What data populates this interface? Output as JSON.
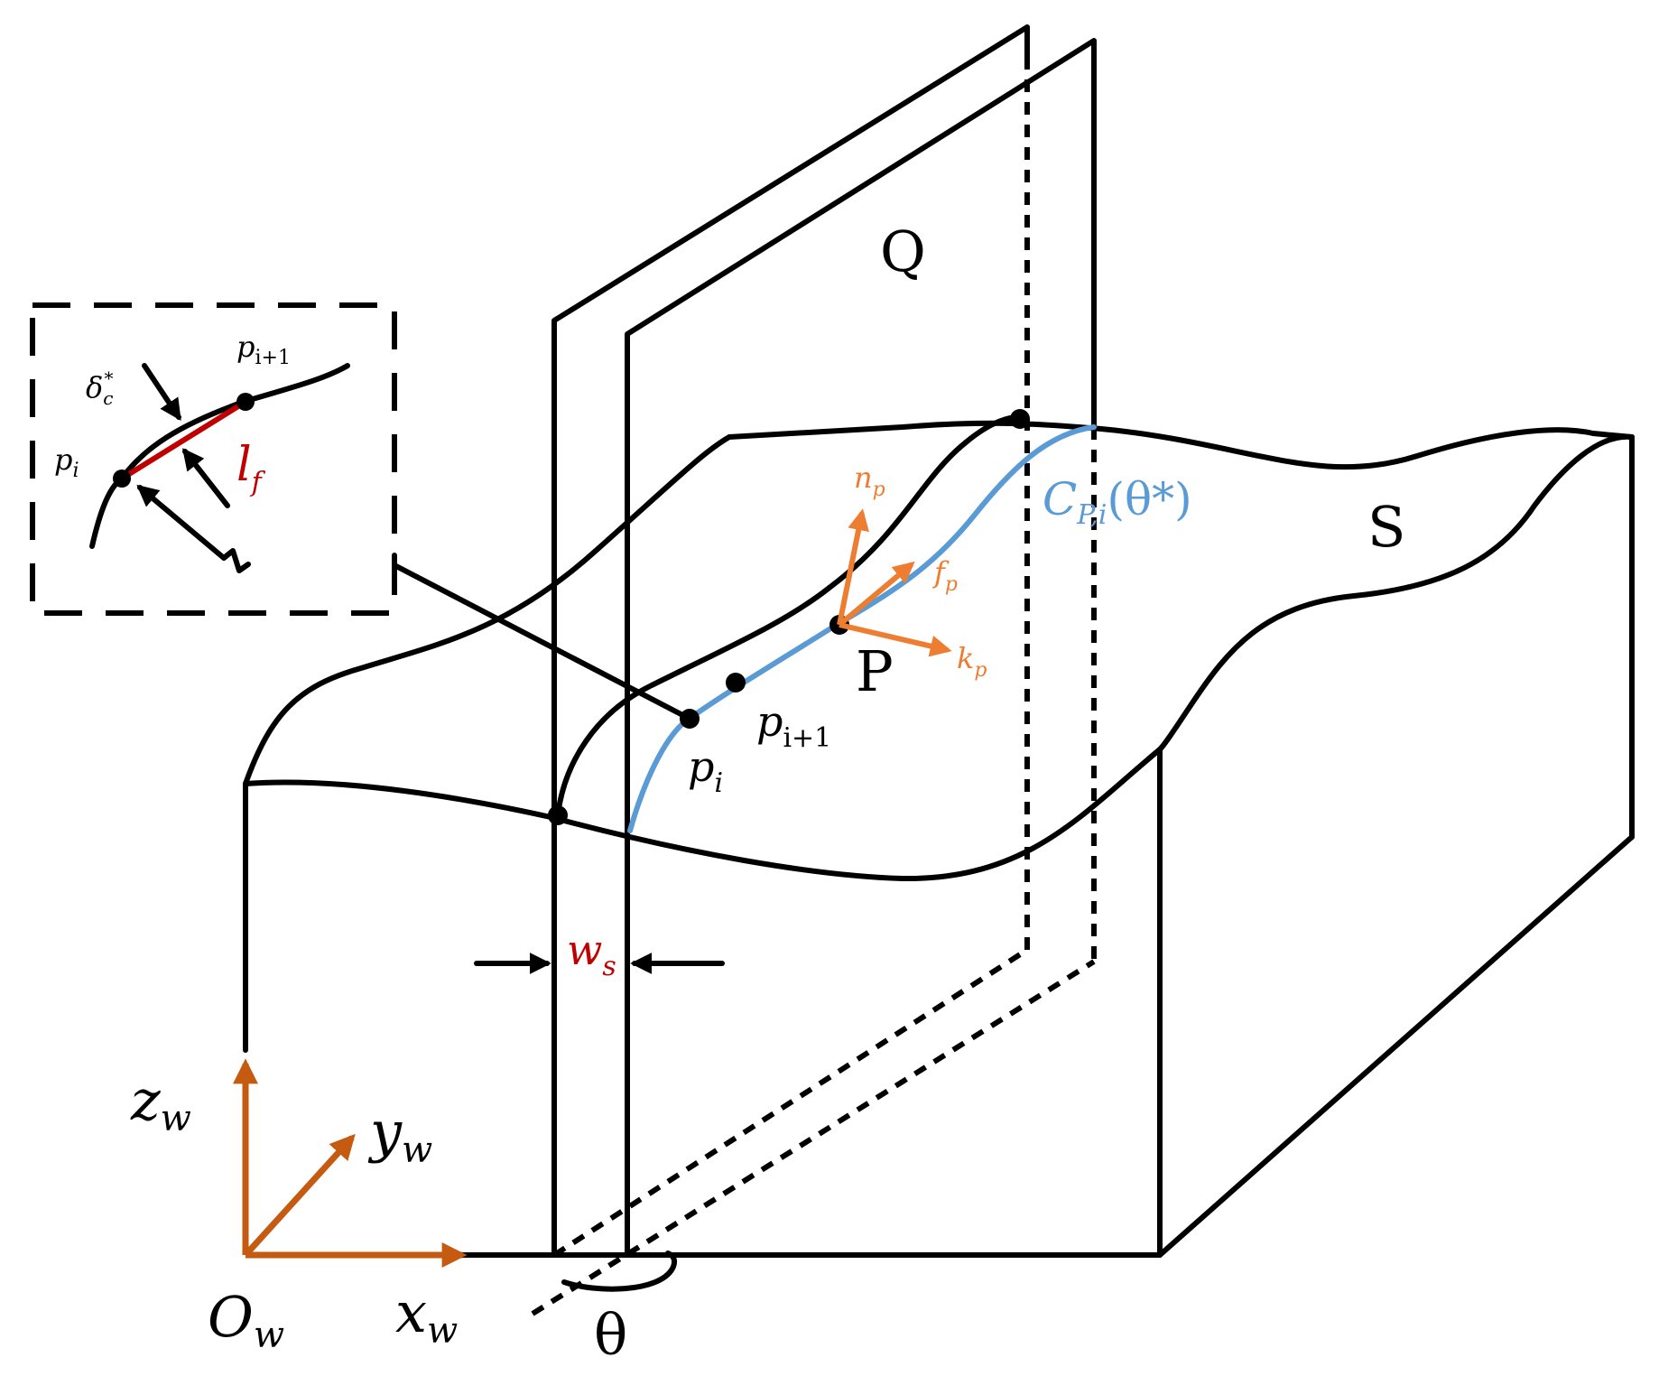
{
  "labels": {
    "plane_q": "Q",
    "surface_s": "S",
    "point_p": "P",
    "theta": "θ",
    "curve_main": "C",
    "curve_sub": "P,i",
    "curve_arg": "(θ*)",
    "pi_main": "p",
    "pi_sub": "i",
    "pi1_main": "p",
    "pi1_sub": "i+1",
    "ws_main": "w",
    "ws_sub": "s",
    "np_main": "n",
    "np_sub": "p",
    "fp_main": "f",
    "fp_sub": "p",
    "kp_main": "k",
    "kp_sub": "p",
    "inset_pi_main": "p",
    "inset_pi_sub": "i",
    "inset_pi1_main": "p",
    "inset_pi1_sub": "i+1",
    "delta_main": "δ",
    "delta_sub": "c",
    "delta_sup": "*",
    "lf_main": "l",
    "lf_sub": "f",
    "zw_main": "z",
    "zw_sub": "w",
    "yw_main": "y",
    "yw_sub": "w",
    "xw_main": "x",
    "xw_sub": "w",
    "ow_main": "O",
    "ow_sub": "w"
  },
  "colors": {
    "curve": "#5b9bd5",
    "frame_axes": "#c55a11",
    "local_frame": "#ed7d31",
    "highlight": "#c00000",
    "outline": "#000000"
  }
}
